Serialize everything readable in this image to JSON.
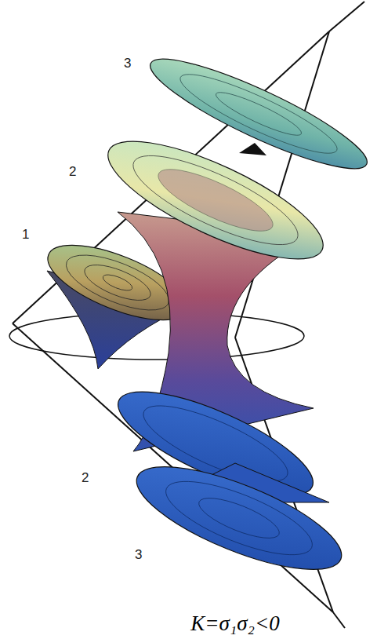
{
  "diagram": {
    "caption": "K=σ₁σ₂<0",
    "labels": [
      "3",
      "2",
      "1",
      "2",
      "3"
    ]
  }
}
